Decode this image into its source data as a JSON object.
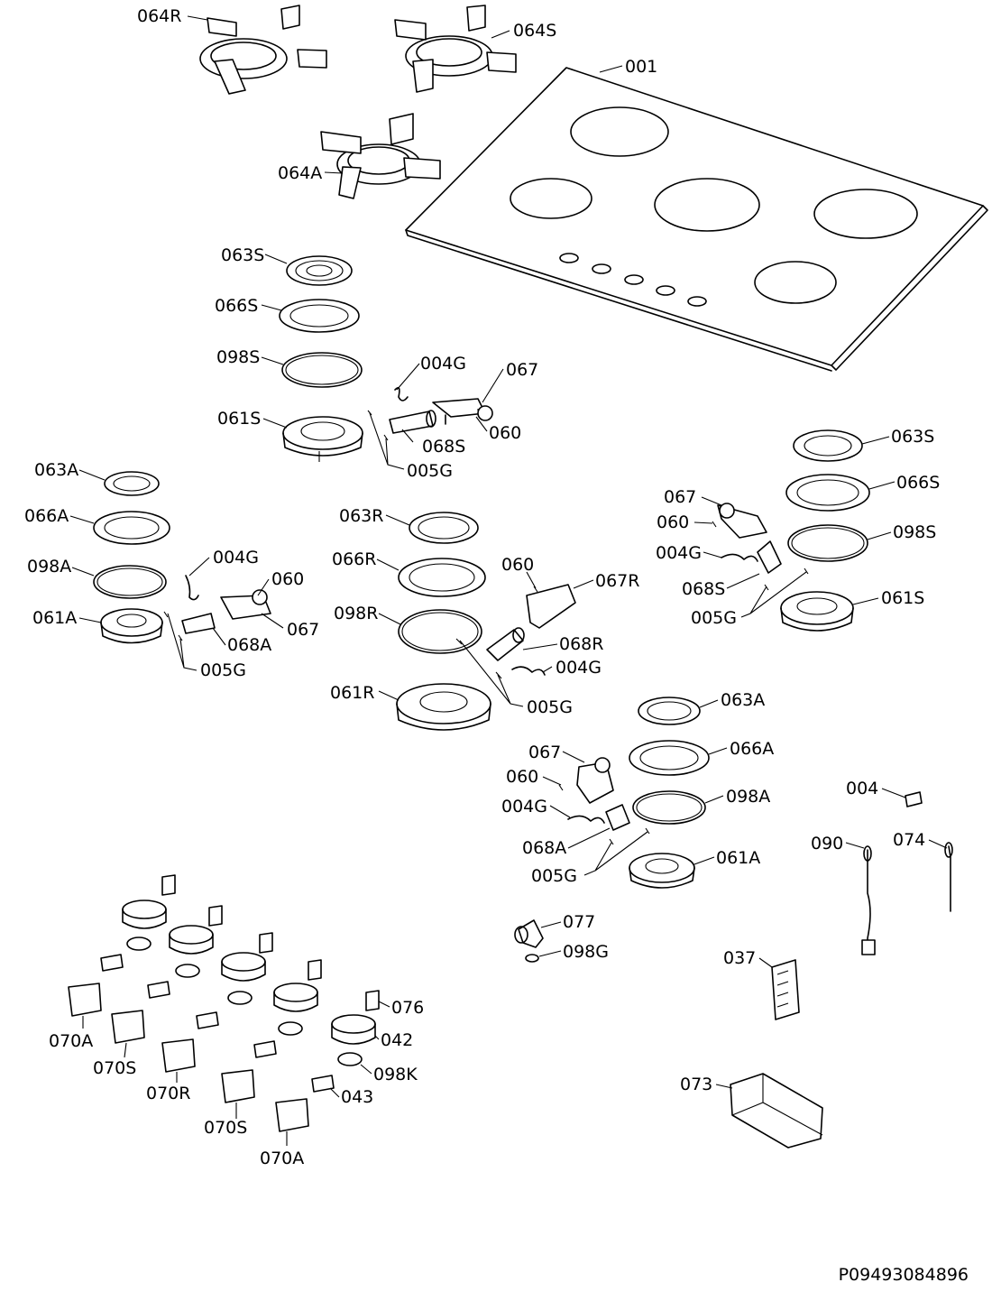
{
  "drawing_id": "P09493084896",
  "callouts": {
    "c064R": "064R",
    "c064S": "064S",
    "c001": "001",
    "c064A": "064A",
    "c063S_top": "063S",
    "c066S_top": "066S",
    "c098S_top": "098S",
    "c061S_top": "061S",
    "c004G_top": "004G",
    "c067_top": "067",
    "c068S_top": "068S",
    "c060_top": "060",
    "c005G_top": "005G",
    "c063A_left": "063A",
    "c066A_left": "066A",
    "c098A_left": "098A",
    "c061A_left": "061A",
    "c004G_left": "004G",
    "c060_left": "060",
    "c067_left": "067",
    "c068A_left": "068A",
    "c005G_left": "005G",
    "c063R": "063R",
    "c066R": "066R",
    "c098R": "098R",
    "c061R": "061R",
    "c060_mid": "060",
    "c067R": "067R",
    "c068R": "068R",
    "c004G_mid": "004G",
    "c005G_mid": "005G",
    "c067_right": "067",
    "c060_right": "060",
    "c004G_right": "004G",
    "c068S_right": "068S",
    "c005G_right": "005G",
    "c063S_right": "063S",
    "c066S_right": "066S",
    "c098S_right": "098S",
    "c061S_right": "061S",
    "c063A_low": "063A",
    "c066A_low": "066A",
    "c098A_low": "098A",
    "c061A_low": "061A",
    "c067_low": "067",
    "c060_low": "060",
    "c004G_low": "004G",
    "c068A_low": "068A",
    "c005G_low": "005G",
    "c004": "004",
    "c090": "090",
    "c074": "074",
    "c077": "077",
    "c098G": "098G",
    "c037": "037",
    "c073": "073",
    "c076": "076",
    "c042": "042",
    "c098K": "098K",
    "c043": "043",
    "c070A_1": "070A",
    "c070S_1": "070S",
    "c070R": "070R",
    "c070S_2": "070S",
    "c070A_2": "070A"
  }
}
